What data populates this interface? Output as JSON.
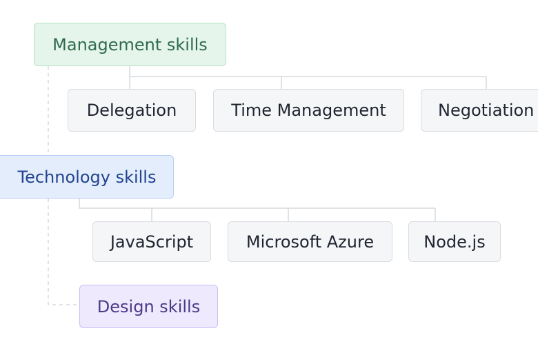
{
  "categories": [
    {
      "label": "Management skills",
      "skills": [
        "Delegation",
        "Time Management",
        "Negotiation"
      ]
    },
    {
      "label": "Technology skills",
      "skills": [
        "JavaScript",
        "Microsoft Azure",
        "Node.js"
      ]
    },
    {
      "label": "Design skills",
      "skills": []
    }
  ],
  "colors": {
    "management_bg": "#e5f5ec",
    "technology_bg": "#e3edfc",
    "design_bg": "#eee9fd",
    "skill_bg": "#f5f6f8",
    "connector": "#d6d9de"
  }
}
